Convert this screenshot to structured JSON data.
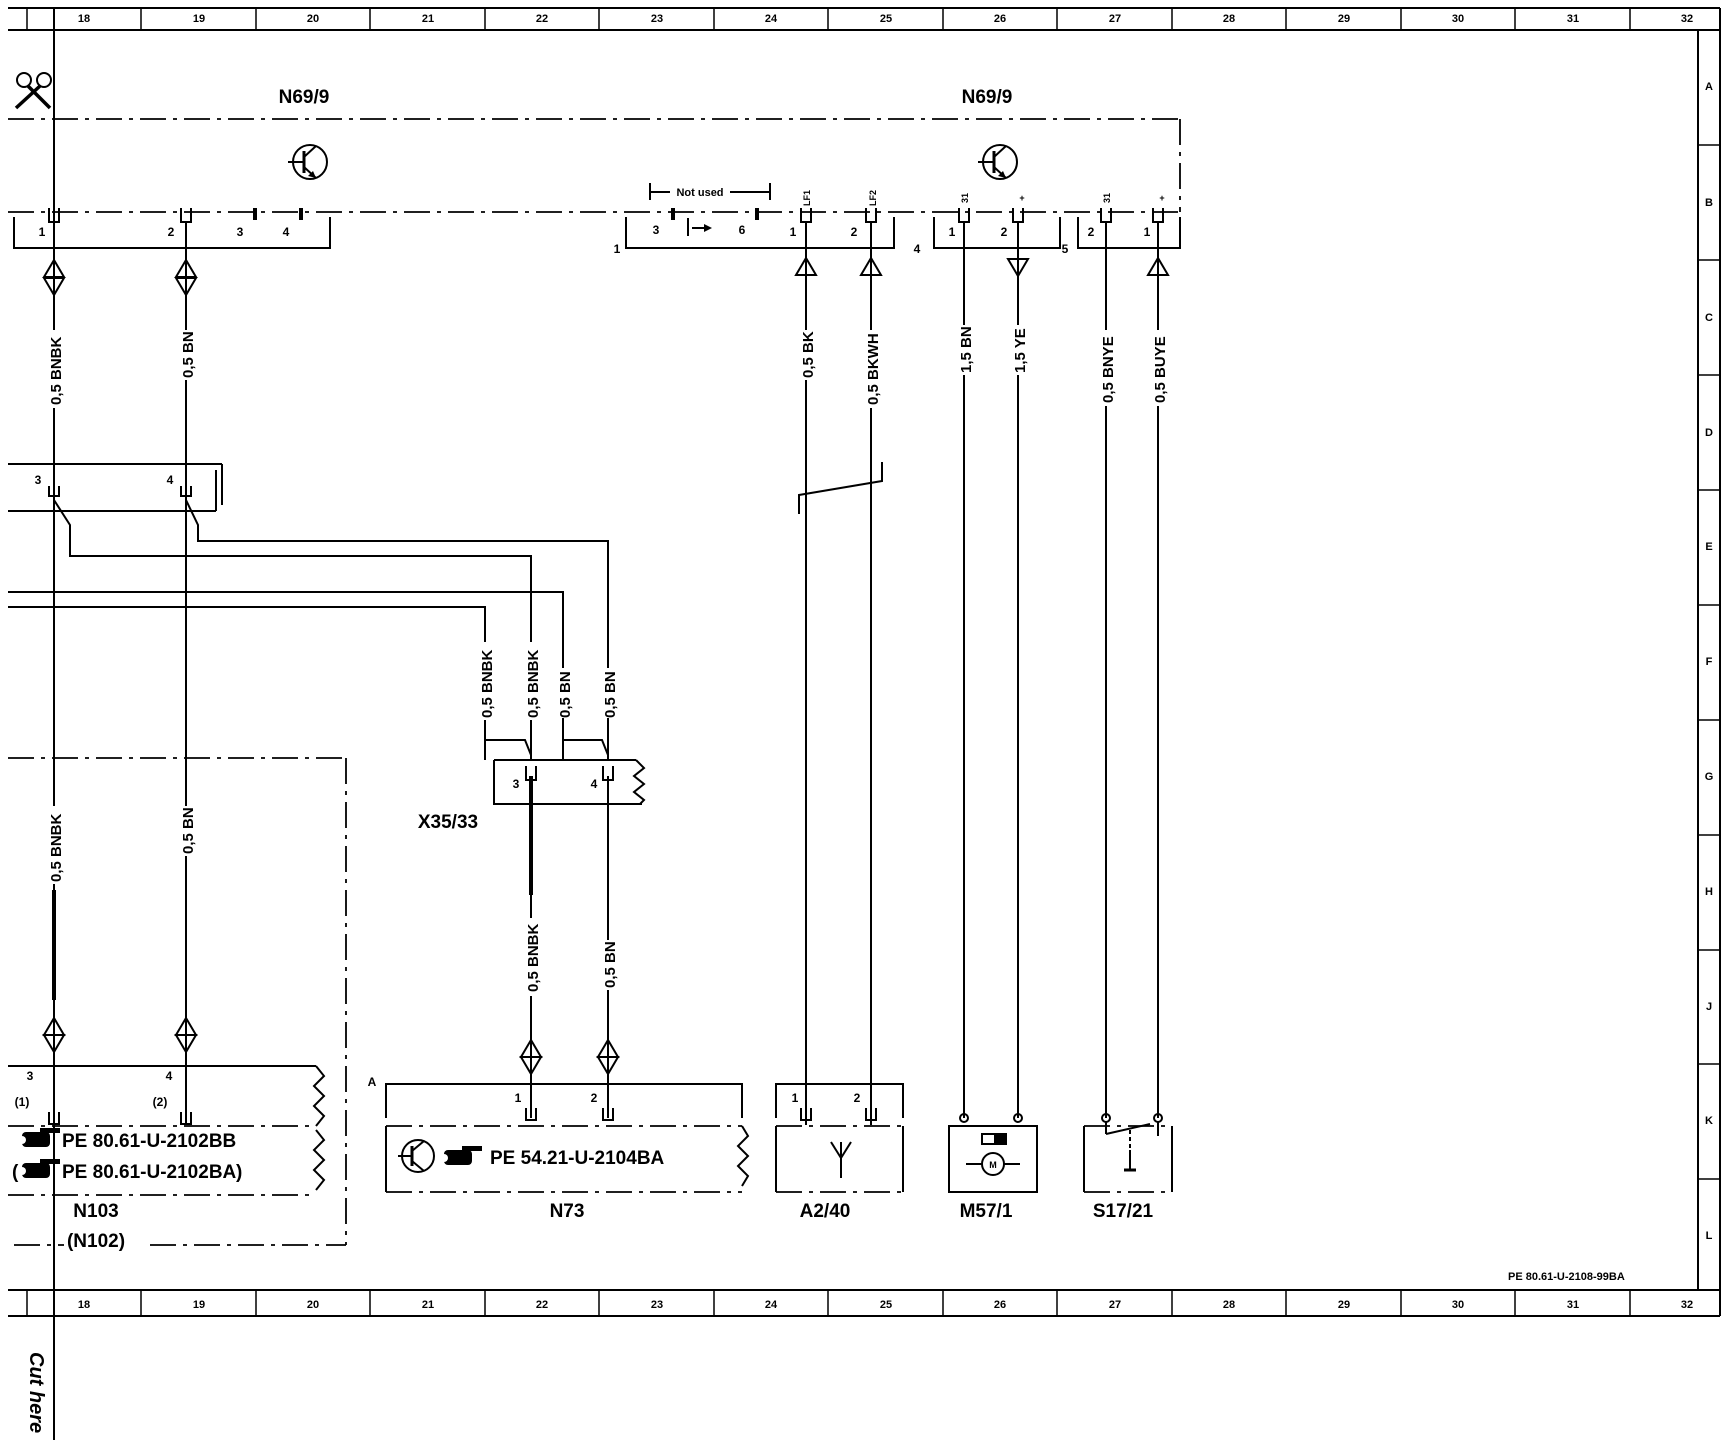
{
  "ruler": {
    "columns": [
      "18",
      "19",
      "20",
      "21",
      "22",
      "23",
      "24",
      "25",
      "26",
      "27",
      "28",
      "29",
      "30",
      "31",
      "32"
    ],
    "rows": [
      "A",
      "B",
      "C",
      "D",
      "E",
      "F",
      "G",
      "H",
      "J",
      "K",
      "L"
    ]
  },
  "components": {
    "n69_left": "N69/9",
    "n69_right": "N69/9",
    "x35": "X35/33",
    "n103": "N103",
    "n102": "(N102)",
    "n73": "N73",
    "a2": "A2/40",
    "m57": "M57/1",
    "s17": "S17/21"
  },
  "connectors": {
    "c1": "1",
    "c4": "4",
    "c5": "5",
    "cA": "A",
    "not_used": "Not used"
  },
  "pins": {
    "p1": "1",
    "p2": "2",
    "p3": "3",
    "p4": "4",
    "p6": "6",
    "lf1": "LF1",
    "lf2": "LF2",
    "p31": "31",
    "plus": "+",
    "paren1": "(1)",
    "paren2": "(2)"
  },
  "wires": {
    "bnbk": "0,5 BNBK",
    "bn": "0,5 BN",
    "bk": "0,5 BK",
    "bkwh": "0,5 BKWH",
    "bn15": "1,5 BN",
    "ye15": "1,5 YE",
    "bnye": "0,5 BNYE",
    "buye": "0,5 BUYE"
  },
  "references": {
    "n103_ref": "PE 80.61-U-2102BB",
    "n102_ref": "PE 80.61-U-2102BA",
    "n102_paren_open": "(",
    "n102_paren_close": ")",
    "n73_ref": "PE 54.21-U-2104BA",
    "sheet_id": "PE 80.61-U-2108-99BA"
  },
  "motor_letter": "M",
  "cut_here": "Cut here",
  "icons": [
    "scissors-icon",
    "transistor-icon",
    "pointing-hand-icon",
    "antenna-icon",
    "motor-icon",
    "switch-icon",
    "ground-arrow-icon"
  ]
}
